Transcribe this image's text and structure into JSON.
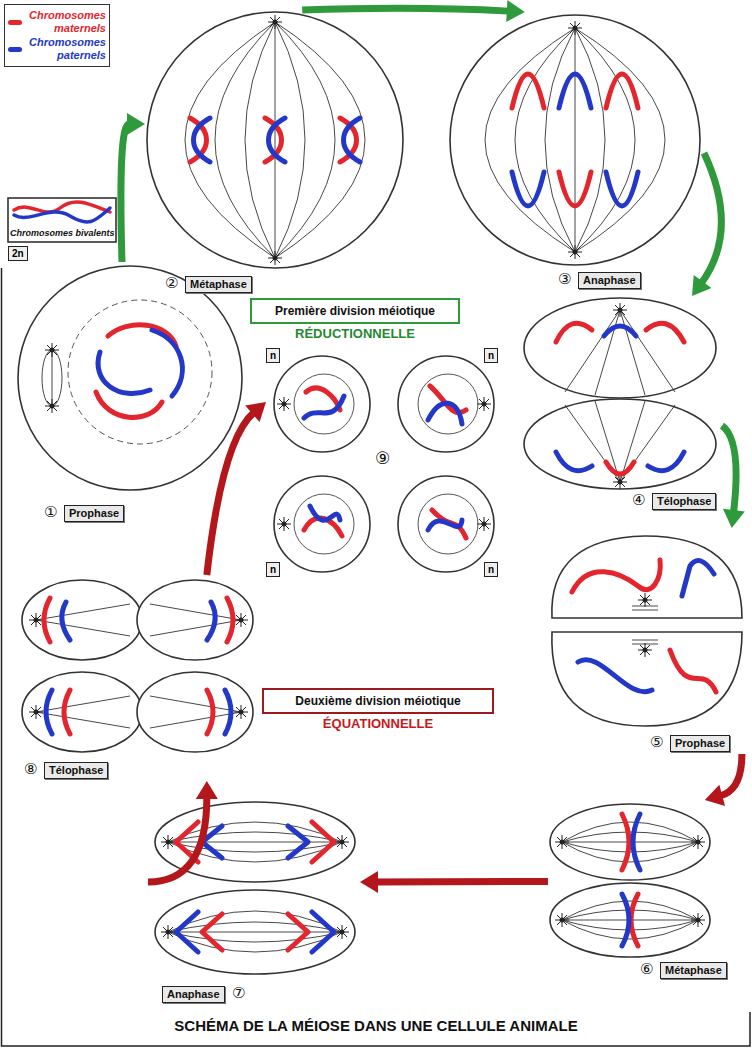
{
  "diagram": {
    "title": "SCHÉMA DE LA MÉIOSE DANS UNE CELLULE ANIMALE",
    "nodes": [
      {
        "text": [
          "①",
          "Prophase"
        ]
      },
      {
        "text": [
          "②",
          "Métaphase"
        ]
      },
      {
        "text": [
          "③",
          "Anaphase"
        ]
      },
      {
        "text": [
          "④",
          "Télophase"
        ]
      },
      {
        "text": [
          "⑤",
          "Prophase"
        ]
      },
      {
        "text": [
          "⑥",
          "Métaphase"
        ]
      },
      {
        "text": [
          "Anaphase",
          "⑦"
        ]
      },
      {
        "text": [
          "⑧",
          "Télophase"
        ]
      },
      {
        "text": [
          "⑨"
        ]
      },
      {
        "text": [
          "n"
        ],
        "in": 8
      },
      {
        "text": [
          "n"
        ],
        "in": 8
      },
      {
        "text": [
          "n"
        ],
        "in": 8
      },
      {
        "text": [
          "n"
        ],
        "in": 8
      },
      {
        "text": [
          "Première division méiotique",
          "RÉDUCTIONNELLE"
        ]
      },
      {
        "text": [
          "Deuxième division méiotique",
          "ÉQUATIONNELLE"
        ]
      }
    ],
    "edges": [
      {
        "from": 0,
        "to": 1,
        "arrow": "to"
      },
      {
        "from": 1,
        "to": 2,
        "arrow": "to"
      },
      {
        "from": 2,
        "to": 3,
        "arrow": "to"
      },
      {
        "from": 3,
        "to": 4,
        "arrow": "to"
      },
      {
        "from": 4,
        "to": 5,
        "arrow": "to"
      },
      {
        "from": 5,
        "to": 6,
        "arrow": "to"
      },
      {
        "from": 6,
        "to": 7,
        "arrow": "to"
      },
      {
        "from": 7,
        "to": 9,
        "arrow": "to"
      }
    ],
    "labels": [
      "Chromosomes bivalents",
      "2n"
    ],
    "legend": [
      {
        "text": "Chromosomes maternels",
        "color": "#e3262e"
      },
      {
        "text": "Chromosomes paternels",
        "color": "#2338c8"
      }
    ]
  }
}
